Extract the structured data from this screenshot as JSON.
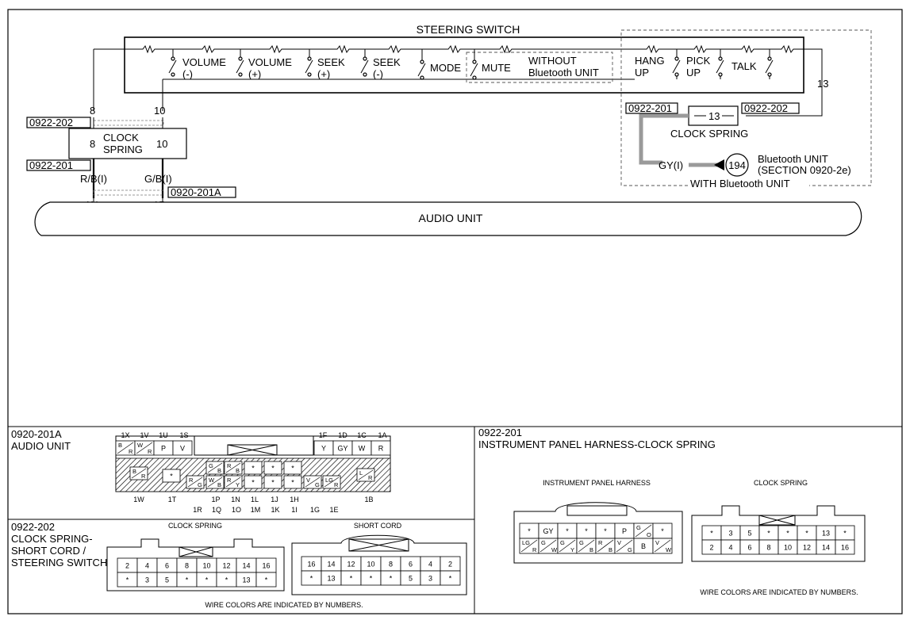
{
  "diagram": {
    "steering_switch_title": "STEERING SWITCH",
    "switches": [
      {
        "line1": "VOLUME",
        "line2": "(-)"
      },
      {
        "line1": "VOLUME",
        "line2": "(+)"
      },
      {
        "line1": "SEEK",
        "line2": "(+)"
      },
      {
        "line1": "SEEK",
        "line2": "(-)"
      },
      {
        "line1": "MODE",
        "line2": ""
      },
      {
        "line1": "MUTE",
        "line2": ""
      }
    ],
    "without_bt_line1": "WITHOUT",
    "without_bt_line2": "Bluetooth UNIT",
    "bt_switches": [
      {
        "line1": "HANG",
        "line2": "UP"
      },
      {
        "line1": "PICK",
        "line2": "UP"
      },
      {
        "line1": "TALK",
        "line2": ""
      }
    ],
    "with_bt_label": "WITH Bluetooth UNIT",
    "connectors": {
      "c202_left": "0922-202",
      "c201_left": "0922-201",
      "c201a": "0920-201A",
      "c201_right": "0922-201",
      "c202_right": "0922-202"
    },
    "pins": {
      "p8": "8",
      "p10": "10",
      "p13": "13",
      "p1n": "1N",
      "p1p": "1P"
    },
    "clock_spring_line1": "CLOCK",
    "clock_spring_line2": "SPRING",
    "clock_spring_right": "CLOCK SPRING",
    "wire_rb": "R/B(I)",
    "wire_gb": "G/B(I)",
    "wire_gy": "GY(I)",
    "bt_unit_ref": "194",
    "bt_unit_line1": "Bluetooth UNIT",
    "bt_unit_line2": "(SECTION 0920-2e)",
    "audio_unit_label": "AUDIO UNIT"
  },
  "panels": {
    "audio": {
      "code": "0920-201A",
      "name": "AUDIO UNIT",
      "top_pins": [
        "1X",
        "1V",
        "1U",
        "1S",
        "1F",
        "1D",
        "1C",
        "1A"
      ],
      "top_left_cells": [
        "B/R",
        "W/R",
        "P",
        "V"
      ],
      "top_right_cells": [
        "Y",
        "GY",
        "W",
        "R"
      ],
      "bottom_pins_a": [
        "1W",
        "1T",
        "1B"
      ],
      "bottom_pins_b": [
        "1P",
        "1N",
        "1L",
        "1J",
        "1H"
      ],
      "bottom_pins_c": [
        "1R",
        "1Q",
        "1O",
        "1M",
        "1K",
        "1I",
        "1G",
        "1E"
      ],
      "mid_row1": [
        "B/R",
        "*",
        "G/B",
        "R/B",
        "*",
        "*",
        "*"
      ],
      "mid_row2": [
        "R/G",
        "W/B",
        "R/Y",
        "*",
        "*",
        "*",
        "V/G",
        "LG/R",
        "L/R"
      ]
    },
    "cs_short": {
      "code": "0922-202",
      "name_line1": "CLOCK SPRING-",
      "name_line2": "SHORT CORD /",
      "name_line3": "STEERING SWITCH",
      "left_title": "CLOCK SPRING",
      "right_title": "SHORT CORD",
      "left_row1": [
        "2",
        "4",
        "6",
        "8",
        "10",
        "12",
        "14",
        "16"
      ],
      "left_row2": [
        "*",
        "3",
        "5",
        "*",
        "*",
        "*",
        "13",
        "*"
      ],
      "right_row1": [
        "16",
        "14",
        "12",
        "10",
        "8",
        "6",
        "4",
        "2"
      ],
      "right_row2": [
        "*",
        "13",
        "*",
        "*",
        "*",
        "5",
        "3",
        "*"
      ],
      "footnote": "WIRE COLORS ARE INDICATED BY NUMBERS."
    },
    "ip_cs": {
      "code": "0922-201",
      "name": "INSTRUMENT PANEL HARNESS-CLOCK SPRING",
      "left_title": "INSTRUMENT PANEL HARNESS",
      "right_title": "CLOCK SPRING",
      "left_row1": [
        "*",
        "GY",
        "*",
        "*",
        "*",
        "P",
        "G/O",
        "*"
      ],
      "left_row2": [
        "LG/R",
        "G/W",
        "G/Y",
        "G/B",
        "R/B",
        "V/G",
        "B",
        "V/W"
      ],
      "right_row1": [
        "*",
        "3",
        "5",
        "*",
        "*",
        "*",
        "13",
        "*"
      ],
      "right_row2": [
        "2",
        "4",
        "6",
        "8",
        "10",
        "12",
        "14",
        "16"
      ],
      "footnote": "WIRE COLORS ARE INDICATED BY NUMBERS."
    }
  }
}
